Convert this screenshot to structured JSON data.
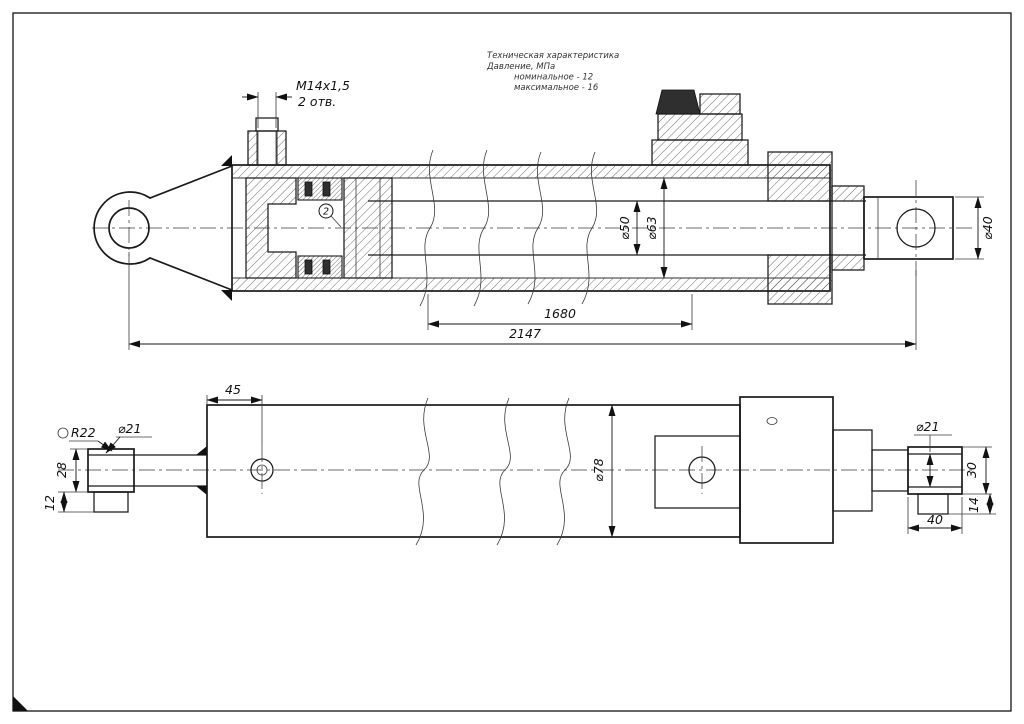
{
  "tech_spec": {
    "title": "Техническая характеристика",
    "pressure": "Давление, МПа",
    "nominal": "номинальное - 12",
    "maximal": "максимальное - 16"
  },
  "top_view": {
    "callout": "2",
    "dim_thread": "M14x1,5",
    "dim_thread_note": "2 отв.",
    "dim_rod_dia": "⌀50",
    "dim_bore_dia": "⌀63",
    "dim_length_1680": "1680",
    "dim_length_total": "2147",
    "dim_rod_end_dia": "⌀40"
  },
  "bottom_view": {
    "dim_port_offset": "45",
    "dim_eye_radius": "R22",
    "dim_eye_hole_left": "⌀21",
    "dim_fork_width": "28",
    "dim_plate_12": "12",
    "dim_tube_od": "⌀78",
    "dim_eye_hole_right": "⌀21",
    "dim_eye_width_right": "30",
    "dim_eye_length_right": "40",
    "dim_step_right": "14"
  }
}
